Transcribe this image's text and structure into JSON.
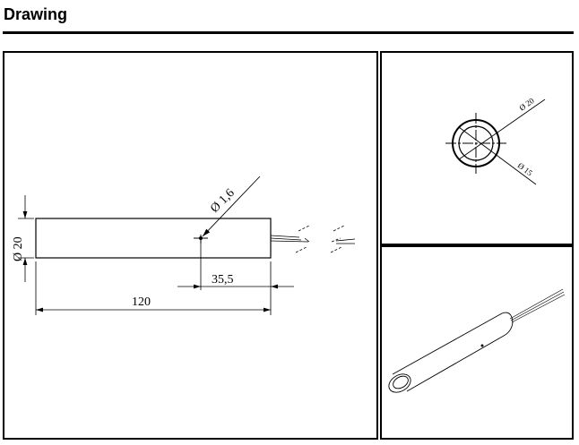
{
  "header": {
    "title": "Drawing"
  },
  "side_view": {
    "diameter_label": "Ø 20",
    "hole_label": "Ø 1,6",
    "hole_offset_label": "35,5",
    "length_label": "120"
  },
  "end_view": {
    "outer_label": "Ø 20",
    "inner_label": "Ø 15"
  }
}
